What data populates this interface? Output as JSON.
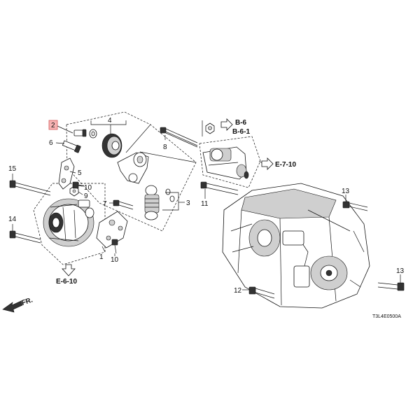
{
  "diagram": {
    "highlight_color": "#f6b3b3",
    "callouts": {
      "n1": "1",
      "n2": "2",
      "n3": "3",
      "n4": "4",
      "n5": "5",
      "n6": "6",
      "n7": "7",
      "n8": "8",
      "n9": "9",
      "n10a": "10",
      "n10b": "10",
      "n11": "11",
      "n12": "12",
      "n13a": "13",
      "n13b": "13",
      "n14": "14",
      "n15": "15"
    },
    "references": {
      "b6": "B-6",
      "b61": "B-6-1",
      "e710": "E-7-10",
      "e610": "E-6-10"
    },
    "front_label": "FR.",
    "diagram_code": "T3L4E0500A"
  }
}
